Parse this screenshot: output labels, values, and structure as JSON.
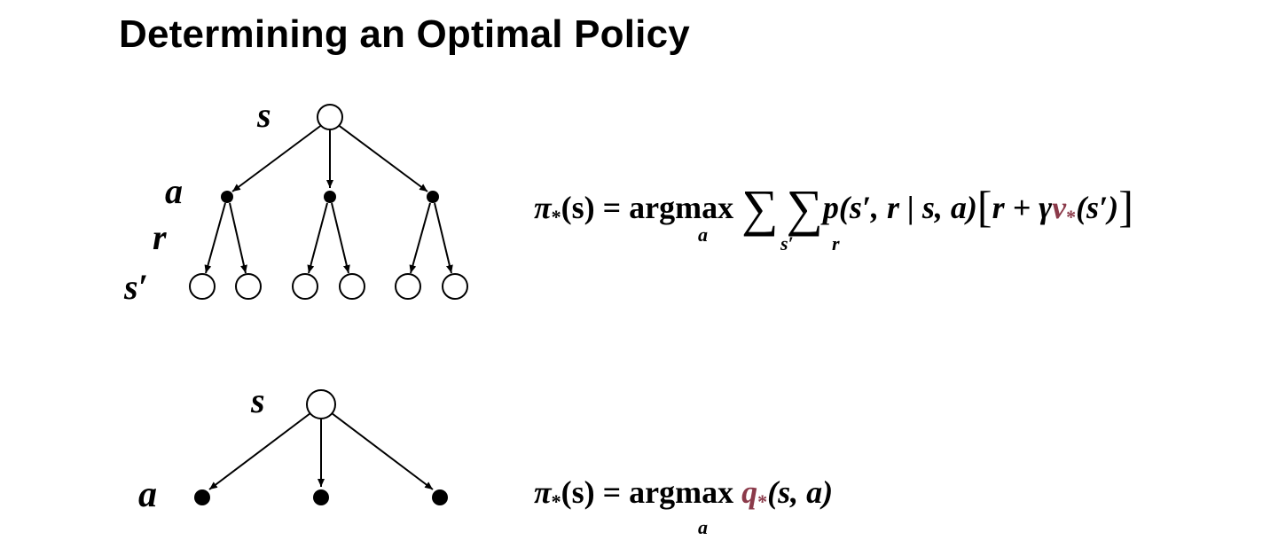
{
  "title": "Determining an Optimal Policy",
  "tree1": {
    "label_s": "s",
    "label_a": "a",
    "label_r": "r",
    "label_s_prime": "s′"
  },
  "tree2": {
    "label_s": "s",
    "label_a": "a"
  },
  "eq1": {
    "pi": "π",
    "star": "*",
    "lhs_arg": "(s)",
    "equals": " = ",
    "argmax": "argmax",
    "sum": "∑",
    "body": "p(s′, r | s, a)",
    "open_bracket": "[",
    "r_gamma": "r + γ",
    "v": "v",
    "v_arg": "(s′)",
    "close_bracket": "]",
    "under_argmax": "a",
    "under_sum1": "s′",
    "under_sum2": "r"
  },
  "eq2": {
    "pi": "π",
    "star": "*",
    "lhs_arg": "(s)",
    "equals": " = ",
    "argmax": "argmax",
    "q": "q",
    "q_arg": "(s, a)",
    "under_argmax": "a"
  },
  "colors": {
    "highlight": "#8b3a4a",
    "text": "#000000"
  }
}
